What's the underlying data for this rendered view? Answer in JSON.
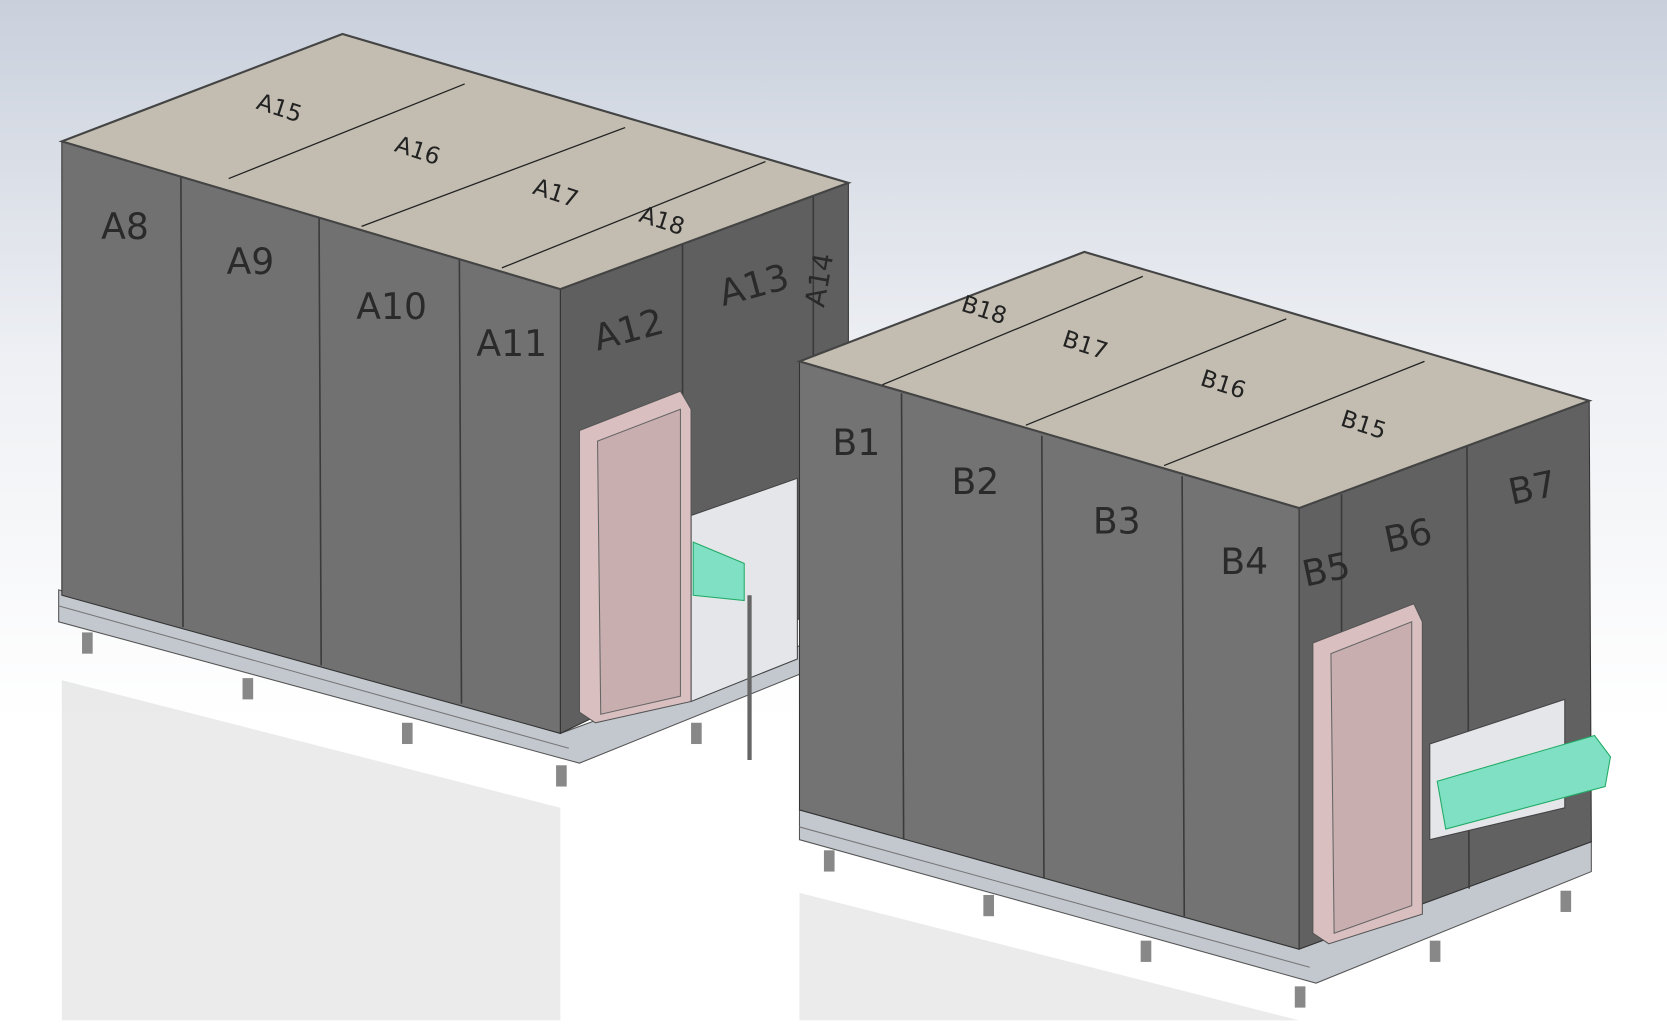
{
  "unit_a": {
    "side_panels": [
      "A8",
      "A9",
      "A10",
      "A11"
    ],
    "end_panels": [
      "A12",
      "A13",
      "A14"
    ],
    "roof_panels": [
      "A15",
      "A16",
      "A17",
      "A18"
    ]
  },
  "unit_b": {
    "side_panels": [
      "B1",
      "B2",
      "B3",
      "B4"
    ],
    "end_panels": [
      "B5",
      "B6",
      "B7"
    ],
    "roof_panels": [
      "B18",
      "B17",
      "B16",
      "B15"
    ]
  },
  "colors": {
    "wall": "#6f6f6f",
    "wall_dark": "#5e5e5e",
    "roof": "#c2bdb0",
    "door": "#d9bfc0",
    "conveyor": "#7fe0c4",
    "frame": "#b9bec6"
  }
}
